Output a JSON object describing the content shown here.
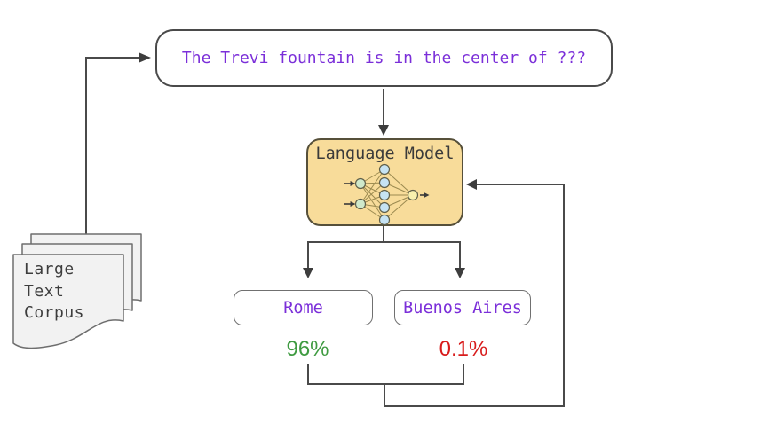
{
  "colors": {
    "purple": "#7b2fd9",
    "green": "#3f9b41",
    "red": "#d81c1c",
    "model_fill": "#f8dc9a",
    "line": "#4a4a4a"
  },
  "prompt": {
    "text": "The Trevi fountain is in the center of ???"
  },
  "model": {
    "label": "Language Model",
    "icon": "neural-network-icon"
  },
  "corpus": {
    "icon": "document-stack-icon",
    "lines": [
      "Large",
      "Text",
      "Corpus"
    ]
  },
  "outputs": [
    {
      "label": "Rome",
      "probability": "96%",
      "probability_color": "#3f9b41"
    },
    {
      "label": "Buenos Aires",
      "probability": "0.1%",
      "probability_color": "#d81c1c"
    }
  ]
}
